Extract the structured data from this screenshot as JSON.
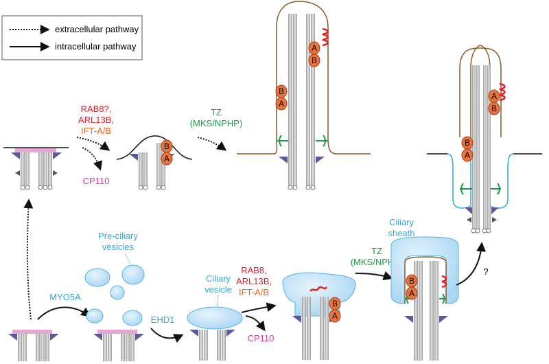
{
  "colors": {
    "red": "#e31e24",
    "orange": "#f26522",
    "green": "#1b9a48",
    "cyan": "#29abe2",
    "magenta": "#d63a9c",
    "brown": "#8b5a2b",
    "vesicle_fill": "#bfe0f5",
    "vesicle_stroke": "#4db3e6",
    "microtubule": "#c8c8c8",
    "ift_particle": "#e8743b",
    "basal_pink": "#e7a6d2",
    "appendage": "#5a5a9a"
  },
  "legend": {
    "extracellular": "extracellular pathway",
    "intracellular": "intracellular pathway"
  },
  "extracellular": {
    "step1_line1": "RAB8?,",
    "step1_line2": "ARL13B,",
    "step1_line3": "IFT-A/B",
    "cp110": "CP110",
    "tz_line1": "TZ",
    "tz_line2": "(MKS/NPHP)"
  },
  "intracellular": {
    "myo5a": "MYO5A",
    "preciliary_line1": "Pre-ciliary",
    "preciliary_line2": "vesicles",
    "ehd1": "EHD1",
    "ciliary_vesicle_line1": "Ciliary",
    "ciliary_vesicle_line2": "vesicle",
    "step_line1": "RAB8,",
    "step_line2": "ARL13B,",
    "step_line3": "IFT-A/B",
    "cp110": "CP110",
    "tz_line1": "TZ",
    "tz_line2": "(MKS/NPHP)",
    "sheath_line1": "Ciliary",
    "sheath_line2": "sheath",
    "question": "?"
  },
  "ift": {
    "b": "B",
    "a": "A"
  }
}
